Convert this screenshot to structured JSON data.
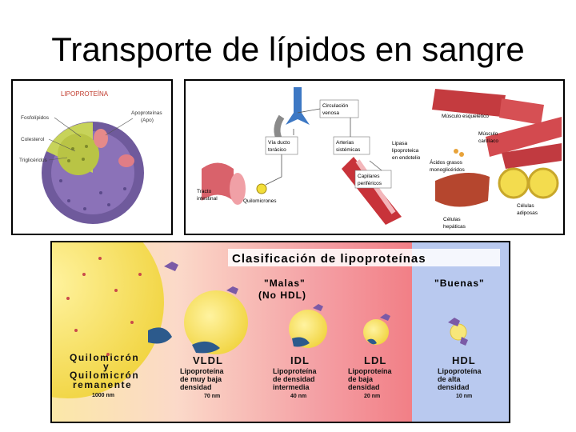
{
  "slide": {
    "title": "Transporte de lípidos en sangre"
  },
  "lipoproteina": {
    "title": "LIPOPROTEÍNA",
    "labels": {
      "fosfolipidos": "Fosfolípidos",
      "colesterol": "Colesterol",
      "trigliceridos": "Triglicéridos",
      "apoproteinas": "Apoproteínas",
      "apo": "(Apo)"
    }
  },
  "circulacion": {
    "circulacion_venosa": [
      "Circulación",
      "venosa"
    ],
    "via_ducto": [
      "Vía ducto",
      "torácico"
    ],
    "arterias": [
      "Arterias",
      "sistémicas"
    ],
    "lipasa": [
      "Lipasa",
      "lipoproteica",
      "en endotelio"
    ],
    "capilares": [
      "Capilares",
      "periféricos"
    ],
    "tracto": [
      "Tracto",
      "intestinal"
    ],
    "quilomicrones": "Quilomicrones",
    "musculo_esqueletico": "Músculo esquelético",
    "musculo_cardiaco": [
      "Músculo",
      "cardíaco"
    ],
    "acidos": [
      "Ácidos grasos",
      "monoglicéridos"
    ],
    "celulas_adiposas": [
      "Células",
      "adiposas"
    ],
    "celulas_hepaticas": [
      "Células",
      "hepáticas"
    ]
  },
  "clasificacion": {
    "title": "Clasificación de lipoproteínas",
    "malas": "\"Malas\"",
    "no_hdl": "(No HDL)",
    "buenas": "\"Buenas\"",
    "items": [
      {
        "name": [
          "Quilomicrón",
          "y",
          "Quilomicrón",
          "remanente"
        ],
        "size": "1000 nm"
      },
      {
        "name": [
          "VLDL"
        ],
        "desc": [
          "Lipoproteína",
          "de muy baja",
          "densidad"
        ],
        "size": "70 nm"
      },
      {
        "name": [
          "IDL"
        ],
        "desc": [
          "Lipoproteína",
          "de densidad",
          "intermedia"
        ],
        "size": "40 nm"
      },
      {
        "name": [
          "LDL"
        ],
        "desc": [
          "Lipoproteína",
          "de baja",
          "densidad"
        ],
        "size": "20 nm"
      },
      {
        "name": [
          "HDL"
        ],
        "desc": [
          "Lipoproteína",
          "de alta",
          "densidad"
        ],
        "size": "10 nm"
      }
    ]
  },
  "colors": {
    "lipid_yellow": "#f2de3a",
    "pink_bg": "#f4a3a6",
    "blue_bg": "#b9c9ef",
    "purple": "#7b5aa6",
    "vessel_red": "#c8333a"
  }
}
